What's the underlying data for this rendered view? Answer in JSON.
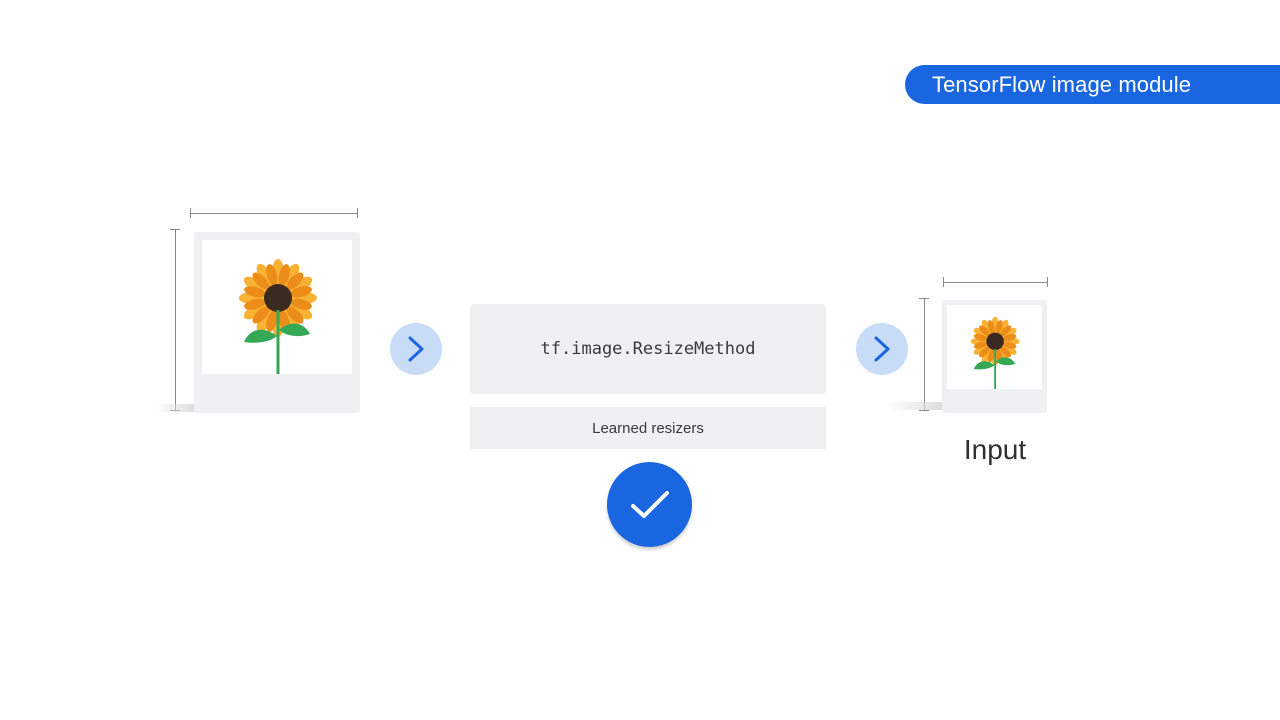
{
  "header": {
    "module_label": "TensorFlow image module"
  },
  "steps": {
    "method_label": "tf.image.ResizeMethod",
    "learned_label": "Learned resizers"
  },
  "output": {
    "label": "Input"
  },
  "colors": {
    "accent": "#1a66e0",
    "arrow_bg": "#c9dcf7",
    "arrow_fg": "#1a66e0",
    "box_bg": "#eef0f2",
    "petal": "#f5a623",
    "center": "#3b2a1f",
    "stem": "#34a853"
  },
  "icons": [
    "sunflower-icon",
    "chevron-right-icon",
    "check-icon"
  ]
}
